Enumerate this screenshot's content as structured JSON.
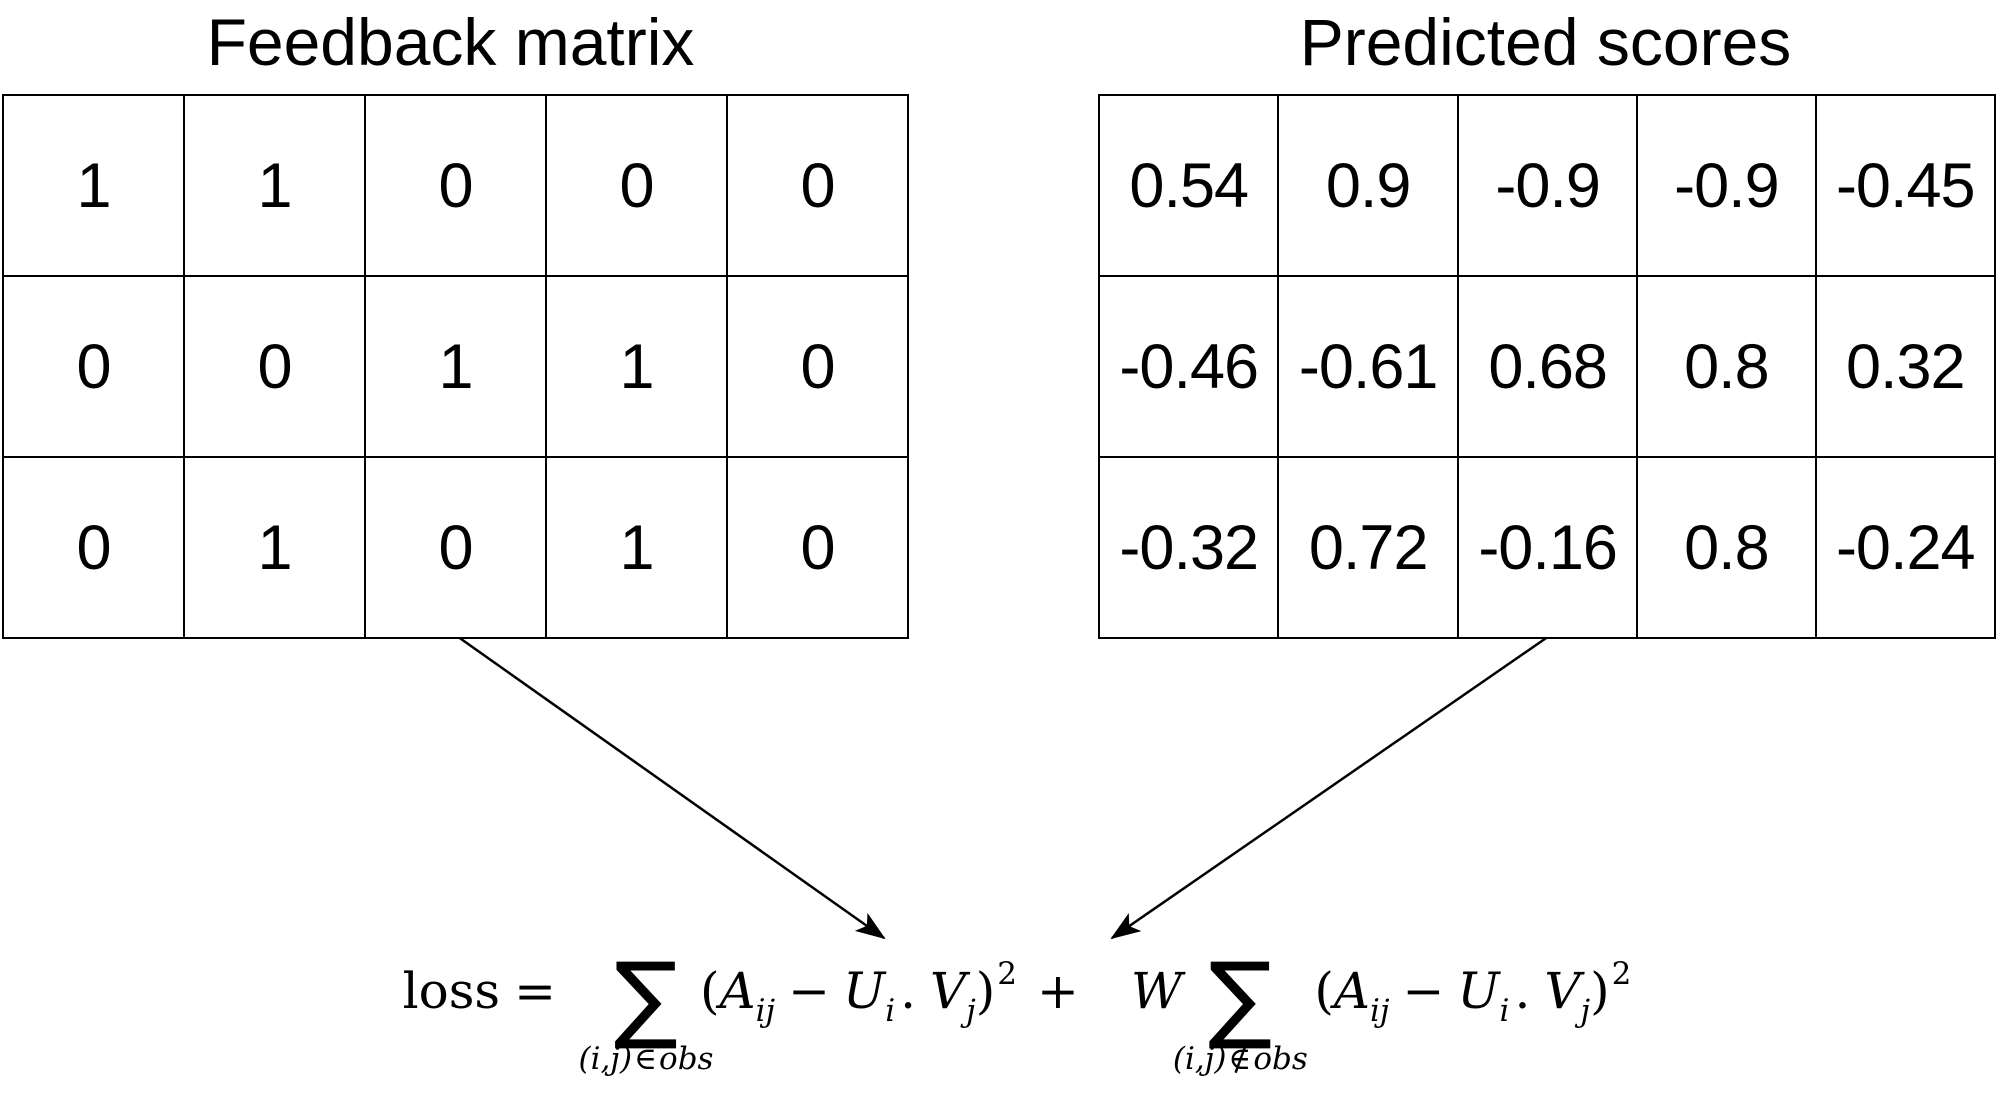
{
  "colors": {
    "ink": "#000000",
    "background": "#ffffff"
  },
  "feedback_matrix": {
    "title": "Feedback matrix",
    "rows": [
      [
        "1",
        "1",
        "0",
        "0",
        "0"
      ],
      [
        "0",
        "0",
        "1",
        "1",
        "0"
      ],
      [
        "0",
        "1",
        "0",
        "1",
        "0"
      ]
    ]
  },
  "predicted_matrix": {
    "title": "Predicted scores",
    "rows": [
      [
        "0.54",
        "0.9",
        "-0.9",
        "-0.9",
        "-0.45"
      ],
      [
        "-0.46",
        "-0.61",
        "0.68",
        "0.8",
        "0.32"
      ],
      [
        "-0.32",
        "0.72",
        "-0.16",
        "0.8",
        "-0.24"
      ]
    ]
  },
  "formula": {
    "lhs": "loss",
    "equals": "=",
    "sum_symbol": "∑",
    "sum1_limit_pre": "(i,j)",
    "sum1_limit_rel": "∈",
    "sum1_limit_set": "obs",
    "sum2_limit_pre": "(i,j)",
    "sum2_limit_rel": "∉",
    "sum2_limit_set": "obs",
    "open_paren": "(",
    "A": "A",
    "A_sub": "ij",
    "minus": "−",
    "U": "U",
    "U_sub": "i",
    "dot": ".",
    "V": "V",
    "V_sub": "j",
    "close_paren": ")",
    "exponent": "2",
    "plus": "+",
    "weight": "W"
  }
}
